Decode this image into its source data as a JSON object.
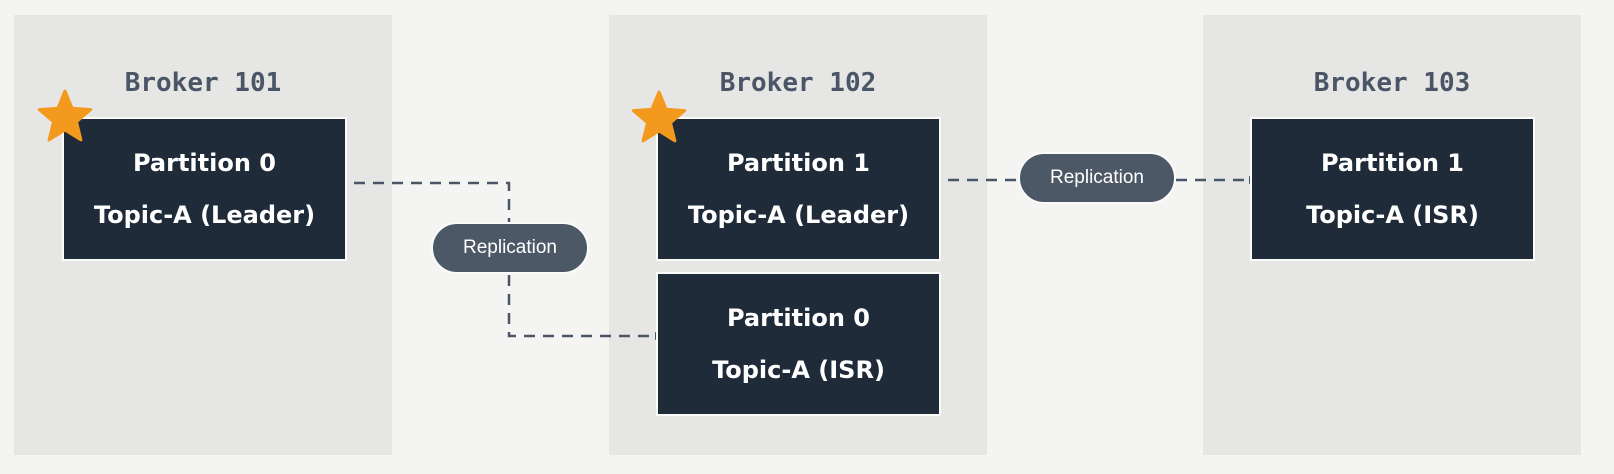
{
  "brokers": [
    {
      "title": "Broker 101"
    },
    {
      "title": "Broker 102"
    },
    {
      "title": "Broker 103"
    }
  ],
  "partitions": {
    "b101_p0": {
      "line1": "Partition 0",
      "line2": "Topic-A (Leader)",
      "leader": true
    },
    "b102_p1": {
      "line1": "Partition 1",
      "line2": "Topic-A (Leader)",
      "leader": true
    },
    "b102_p0": {
      "line1": "Partition 0",
      "line2": "Topic-A (ISR)",
      "leader": false
    },
    "b103_p1": {
      "line1": "Partition 1",
      "line2": "Topic-A (ISR)",
      "leader": false
    }
  },
  "replication": [
    {
      "label": "Replication"
    },
    {
      "label": "Replication"
    }
  ],
  "icons": {
    "leader_marker": "star-icon"
  },
  "colors": {
    "star": "#f39a1e",
    "partition_bg": "#1f2b38",
    "broker_bg": "#e6e7e5",
    "pill_bg": "#4c5866",
    "connector": "#4a5666"
  }
}
